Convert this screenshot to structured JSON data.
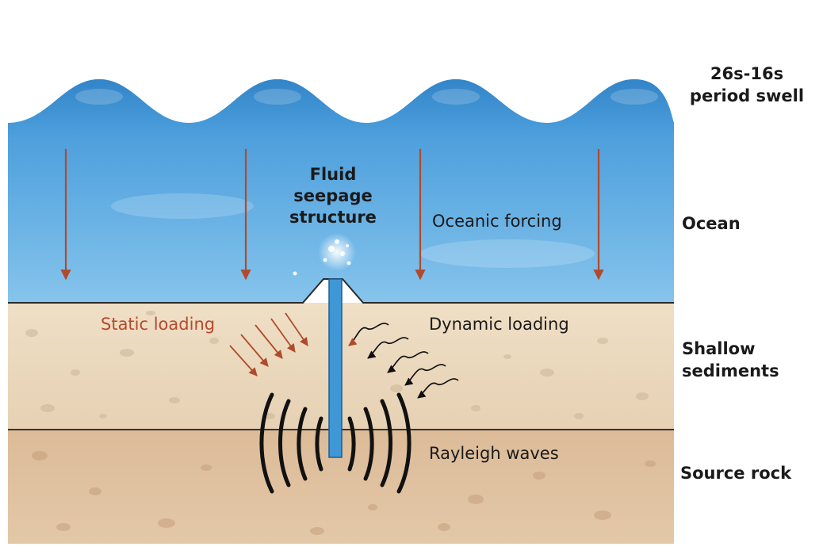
{
  "layers": [
    {
      "id": "swell",
      "lines": [
        "26s-16s",
        "period swell"
      ]
    },
    {
      "id": "ocean",
      "lines": [
        "Ocean"
      ]
    },
    {
      "id": "shallow",
      "lines": [
        "Shallow",
        "sediments"
      ]
    },
    {
      "id": "source",
      "lines": [
        "Source rock"
      ]
    }
  ],
  "annotations": {
    "fluid_seepage": [
      "Fluid",
      "seepage",
      "structure"
    ],
    "oceanic_forcing": "Oceanic forcing",
    "static_loading": "Static loading",
    "dynamic_loading": "Dynamic loading",
    "rayleigh_waves": "Rayleigh waves"
  },
  "colors": {
    "ocean_top": "#4a9fdb",
    "ocean_bottom": "#7ec0ea",
    "sediment": "#ead8bd",
    "source_rock": "#dcbc9b",
    "forcing_arrow": "#b14a2c",
    "static_text": "#b54a2d",
    "conduit": "#3f97d6",
    "wave_arcs": "#111111"
  }
}
